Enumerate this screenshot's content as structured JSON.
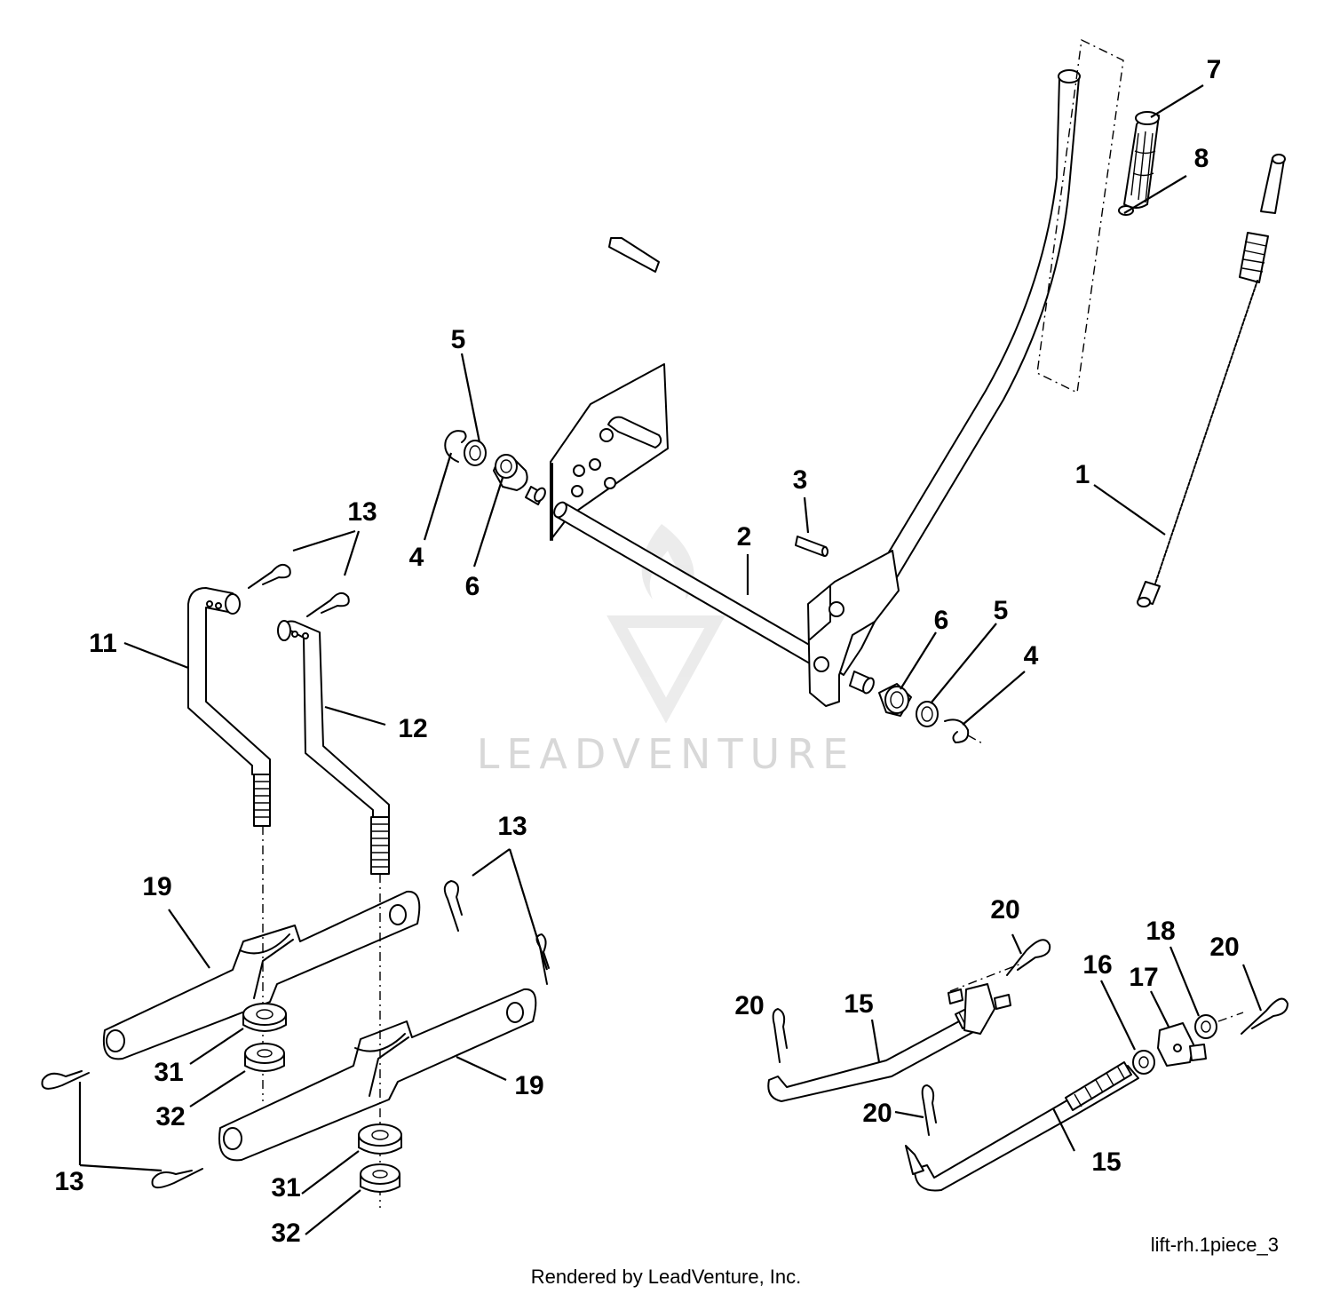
{
  "diagram": {
    "drawing_code": "lift-rh.1piece_3",
    "footer": "Rendered by LeadVenture, Inc.",
    "watermark": "LEADVENTURE",
    "callouts": {
      "c1": "1",
      "c2": "2",
      "c3": "3",
      "c4a": "4",
      "c4b": "4",
      "c5a": "5",
      "c5b": "5",
      "c6a": "6",
      "c6b": "6",
      "c7": "7",
      "c8": "8",
      "c11": "11",
      "c12": "12",
      "c13a": "13",
      "c13b": "13",
      "c13c": "13",
      "c15a": "15",
      "c15b": "15",
      "c16": "16",
      "c17": "17",
      "c18": "18",
      "c19a": "19",
      "c19b": "19",
      "c20a": "20",
      "c20b": "20",
      "c20c": "20",
      "c20d": "20",
      "c31a": "31",
      "c31b": "31",
      "c32a": "32",
      "c32b": "32"
    }
  }
}
